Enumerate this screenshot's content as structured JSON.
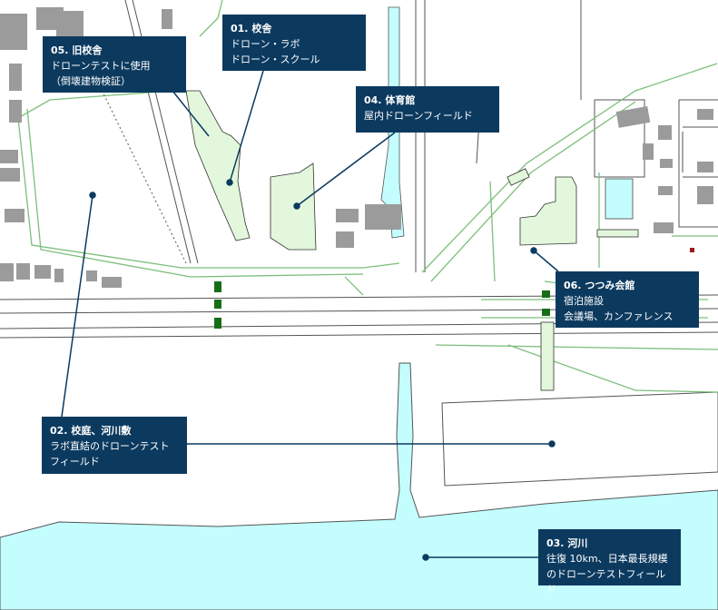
{
  "colors": {
    "label_bg": "#0c3a5f",
    "river": "#c4fdfd",
    "green_line": "#7cbf7c",
    "building": "#9b9b9b",
    "facility_fill": "#e2f7dc"
  },
  "locations": [
    {
      "id": "01",
      "title": "01. 校舎",
      "lines": [
        "ドローン・ラボ",
        "ドローン・スクール"
      ]
    },
    {
      "id": "02",
      "title": "02. 校庭、河川敷",
      "lines": [
        "ラボ直結のドローンテスト",
        "フィールド"
      ]
    },
    {
      "id": "03",
      "title": "03. 河川",
      "lines": [
        "往復 10km、日本最長規模",
        "のドローンテストフィールド"
      ]
    },
    {
      "id": "04",
      "title": "04. 体育館",
      "lines": [
        "屋内ドローンフィールド"
      ]
    },
    {
      "id": "05",
      "title": "05. 旧校舎",
      "lines": [
        "ドローンテストに使用",
        "（倒壊建物検証）"
      ]
    },
    {
      "id": "06",
      "title": "06. つつみ会館",
      "lines": [
        "宿泊施設",
        "会議場、カンファレンス"
      ]
    }
  ]
}
